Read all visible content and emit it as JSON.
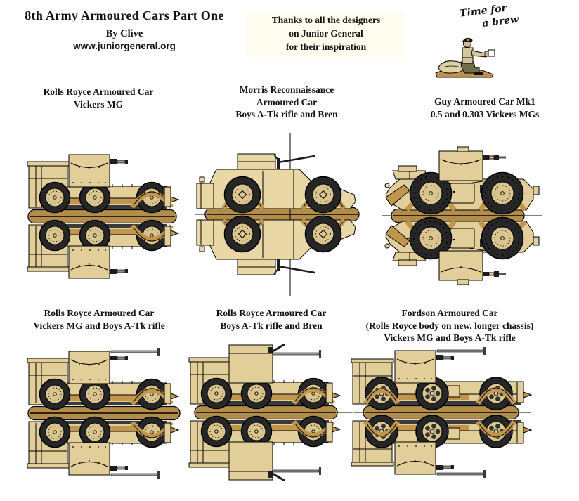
{
  "page": {
    "background": "#ffffff"
  },
  "header": {
    "title": "8th Army Armoured Cars Part One",
    "byline": "By Clive",
    "website": "www.juniorgeneral.org",
    "thanks": {
      "line1": "Thanks to all the designers",
      "line2": "on Junior General",
      "line3": "for their inspiration"
    },
    "brew": {
      "line1": "Time for",
      "line2": "a brew"
    }
  },
  "colors": {
    "body_sand": "#e1ce98",
    "body_sand_light": "#e9d8a6",
    "tan_dark": "#c0954e",
    "base_bar": "#b28c49",
    "tire": "#262626",
    "wheel_hub": "#d9c58d",
    "gun_metal": "#9a9a9a",
    "ink": "#111111"
  },
  "units": [
    {
      "type": "rolls-royce-armoured-car",
      "line1": "Rolls Royce Armoured Car",
      "line2": "Vickers MG",
      "line3": ""
    },
    {
      "type": "morris-reconnaissance-armoured-car",
      "line1": "Morris Reconnaissance",
      "line2": "Armoured Car",
      "line3": "Boys A-Tk rifle and Bren"
    },
    {
      "type": "guy-armoured-car-mk1",
      "line1": "Guy Armoured Car Mk1",
      "line2": "0.5 and 0.303 Vickers MGs",
      "line3": ""
    },
    {
      "type": "rolls-royce-armoured-car",
      "line1": "Rolls Royce Armoured Car",
      "line2": "Vickers MG and Boys A-Tk rifle",
      "line3": ""
    },
    {
      "type": "rolls-royce-armoured-car",
      "line1": "Rolls Royce Armoured Car",
      "line2": "Boys A-Tk rifle and Bren",
      "line3": ""
    },
    {
      "type": "fordson-armoured-car",
      "line1": "Fordson Armoured Car",
      "line2": "(Rolls Royce body on new, longer chassis)",
      "line3": "Vickers MG and Boys A-Tk rifle"
    }
  ]
}
